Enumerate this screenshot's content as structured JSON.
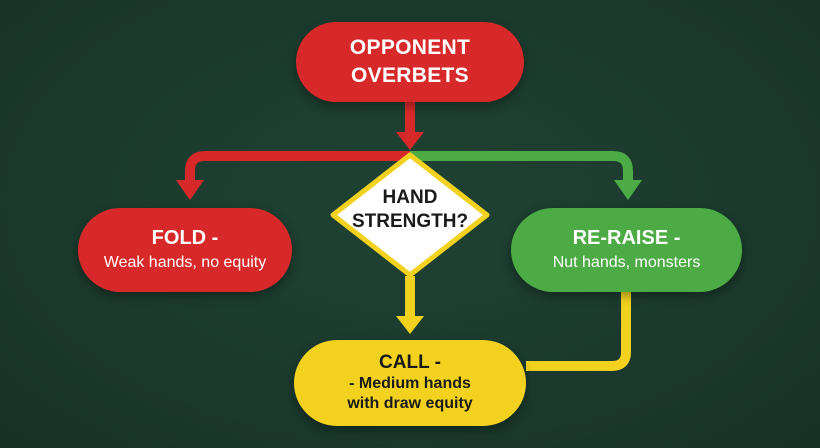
{
  "nodes": {
    "start": {
      "label": "OPPONENT OVERBETS"
    },
    "decision": {
      "label": "HAND STRENGTH?"
    },
    "fold": {
      "title": "FOLD -",
      "detail": "Weak hands, no equity"
    },
    "reraise": {
      "title": "RE-RAISE -",
      "detail": "Nut hands, monsters"
    },
    "call": {
      "title": "CALL -",
      "detail_line1": "- Medium hands",
      "detail_line2": "with draw equity"
    }
  },
  "colors": {
    "background": "#1b3a2d",
    "red": "#d8292a",
    "green": "#4cab44",
    "yellow": "#f2d21f",
    "diamond_fill": "#ffffff",
    "diamond_border": "#f2d21f"
  }
}
